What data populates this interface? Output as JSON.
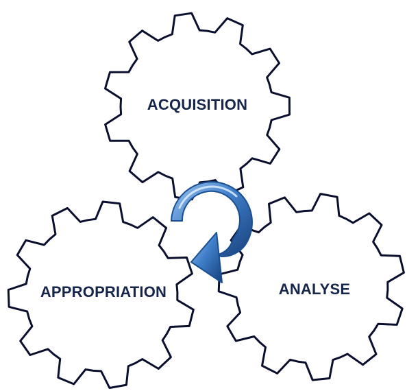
{
  "gears": [
    {
      "id": "acquisition",
      "label": "ACQUISITION"
    },
    {
      "id": "analyse",
      "label": "ANALYSE"
    },
    {
      "id": "appropriation",
      "label": "APPROPRIATION"
    }
  ],
  "center_icon": "cycle-arrow-icon",
  "colors": {
    "gear_stroke": "#0b0f2e",
    "gear_fill": "#ffffff",
    "label_text": "#16254a",
    "arrow_light": "#9ec6f0",
    "arrow_mid": "#3f7fc9",
    "arrow_dark": "#173f7a",
    "background": "#ffffff"
  }
}
